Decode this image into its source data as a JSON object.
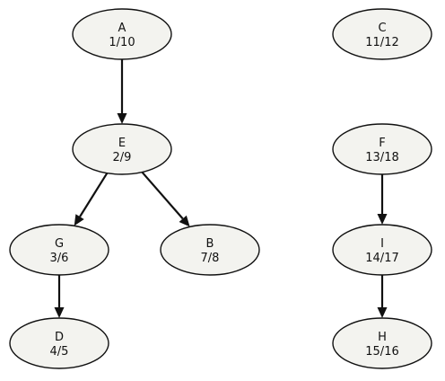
{
  "nodes": [
    {
      "id": "A",
      "label": "A",
      "times": "1/10"
    },
    {
      "id": "E",
      "label": "E",
      "times": "2/9"
    },
    {
      "id": "G",
      "label": "G",
      "times": "3/6"
    },
    {
      "id": "D",
      "label": "D",
      "times": "4/5"
    },
    {
      "id": "B",
      "label": "B",
      "times": "7/8"
    },
    {
      "id": "C",
      "label": "C",
      "times": "11/12"
    },
    {
      "id": "F",
      "label": "F",
      "times": "13/18"
    },
    {
      "id": "I",
      "label": "I",
      "times": "14/17"
    },
    {
      "id": "H",
      "label": "H",
      "times": "15/16"
    }
  ],
  "edges": [
    {
      "from": "A",
      "to": "E"
    },
    {
      "from": "E",
      "to": "G"
    },
    {
      "from": "E",
      "to": "B"
    },
    {
      "from": "G",
      "to": "D"
    },
    {
      "from": "F",
      "to": "I"
    },
    {
      "from": "I",
      "to": "H"
    }
  ]
}
